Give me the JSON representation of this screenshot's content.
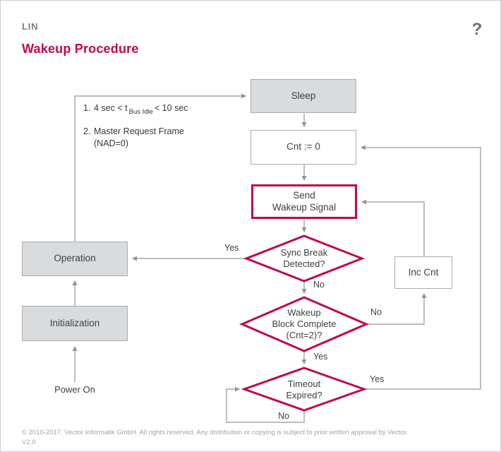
{
  "header": {
    "category": "LIN",
    "title": "Wakeup Procedure",
    "help_icon": "?"
  },
  "notes": {
    "item1": {
      "num": "1.",
      "pre": "4 sec < t",
      "sub": "Bus Idle",
      "post": "< 10 sec"
    },
    "item2": {
      "num": "2.",
      "line1": "Master Request Frame",
      "line2": "(NAD=0)"
    }
  },
  "nodes": {
    "sleep": {
      "label": "Sleep"
    },
    "cnt_reset": {
      "label": "Cnt := 0"
    },
    "send_wakeup": {
      "line1": "Send",
      "line2": "Wakeup Signal"
    },
    "sync_break": {
      "line1": "Sync Break",
      "line2": "Detected?"
    },
    "wakeup_block": {
      "line1": "Wakeup",
      "line2": "Block Complete",
      "line3": "(Cnt=2)?"
    },
    "timeout": {
      "line1": "Timeout",
      "line2": "Expired?"
    },
    "inc_cnt": {
      "label": "Inc Cnt"
    },
    "operation": {
      "label": "Operation"
    },
    "initialization": {
      "label": "Initialization"
    },
    "power_on": {
      "label": "Power On"
    }
  },
  "edge_labels": {
    "sync_yes": "Yes",
    "sync_no": "No",
    "block_no": "No",
    "block_yes": "Yes",
    "timeout_yes": "Yes",
    "timeout_no": "No"
  },
  "footer": {
    "copyright": "© 2010-2017. Vector Informatik GmbH. All rights reserved. Any distribution or copying is subject to prior written approval by Vector.",
    "version": "V2.0"
  },
  "colors": {
    "accent": "#C00A43",
    "box_fill": "#D9DBDC",
    "box_border": "#A9ADB1",
    "connector": "#A3A9AD",
    "title_text": "#C00A43",
    "muted_text": "#9BA5AC"
  }
}
